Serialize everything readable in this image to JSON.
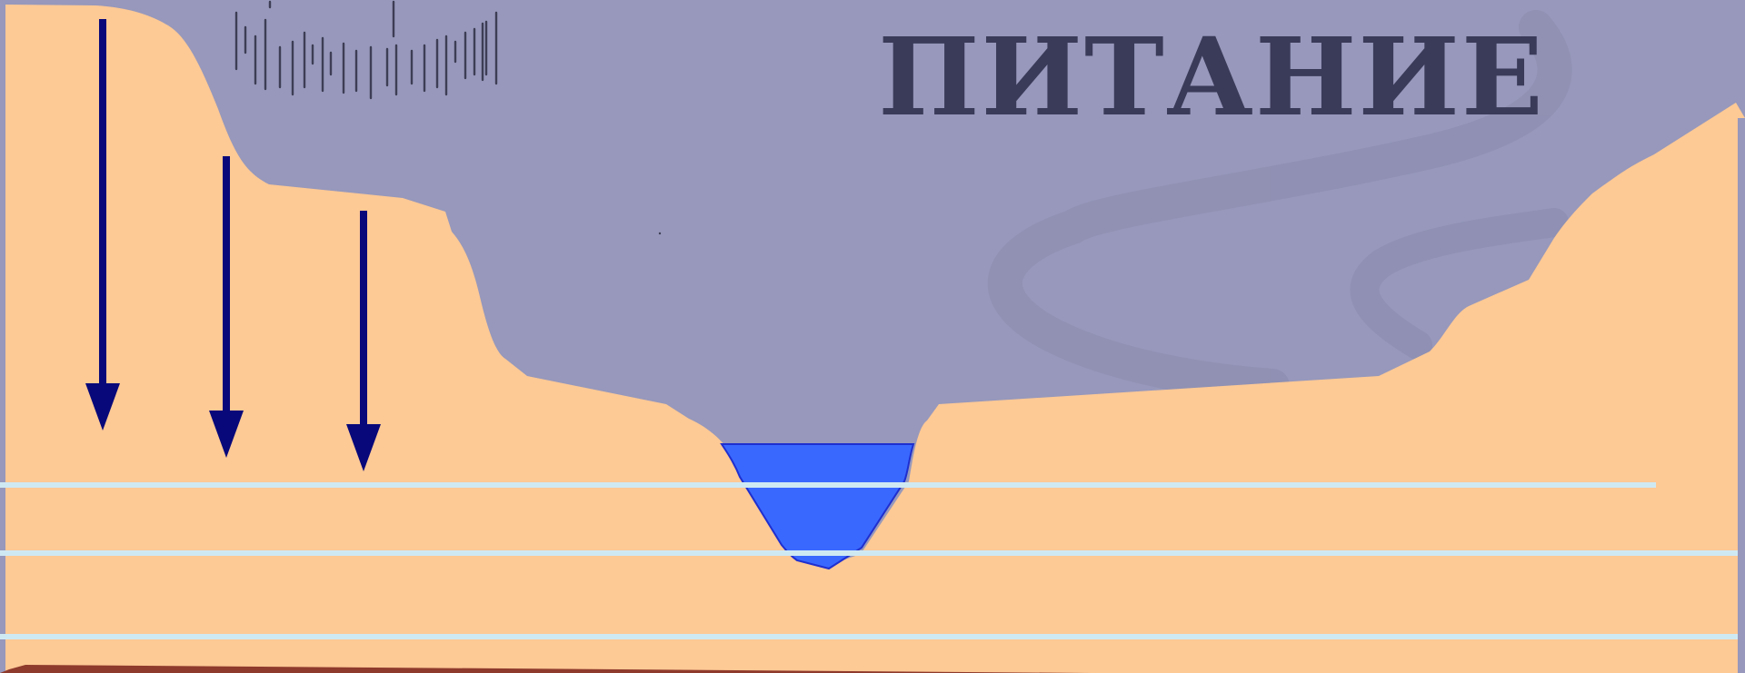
{
  "title": {
    "text": "ПИТАНИЕ"
  },
  "colors": {
    "sky": "#9798bb",
    "ground": "#fdc995",
    "water": "#3968ff",
    "water_edge": "#1f2fcf",
    "arrow": "#08087a",
    "layer_line": "#cfe9f3",
    "bedrock": "#8e3a2c",
    "title": "#3a3a59",
    "cloud": "#8e8fb2",
    "rain": "#3d3d55"
  },
  "icons": {
    "arrows": "down-arrow-icon",
    "rain": "rain-streaks",
    "cloud": "swirl-cloud"
  }
}
